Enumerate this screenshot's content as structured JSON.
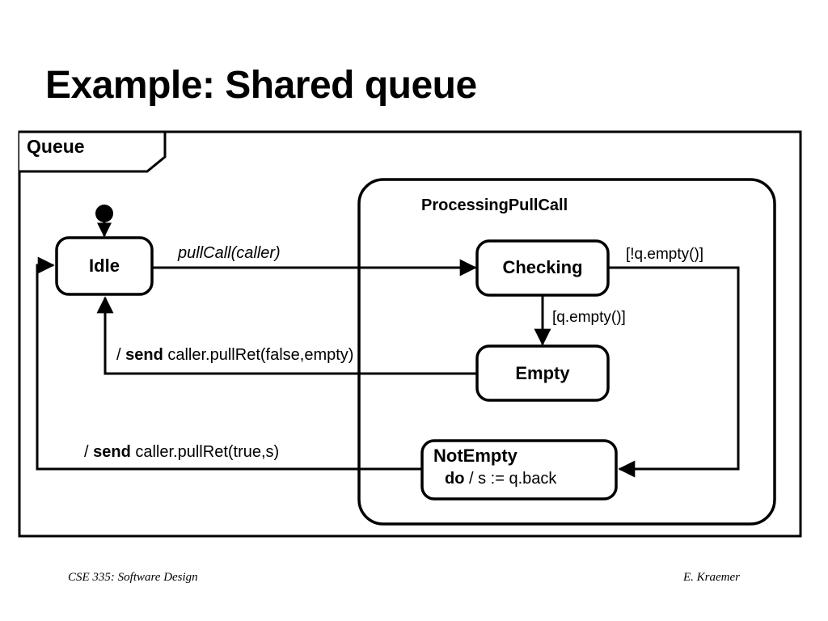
{
  "slide": {
    "title": "Example: Shared queue"
  },
  "footer": {
    "left": "CSE 335: Software Design",
    "right": "E. Kraemer"
  },
  "diagram": {
    "type": "uml-state-machine",
    "frame": {
      "name": "frame-queue",
      "label": "Queue"
    },
    "composite_state": {
      "name": "composite-processing-pullcall",
      "label": "ProcessingPullCall"
    },
    "states": [
      {
        "id": "idle",
        "label": "Idle",
        "sub": ""
      },
      {
        "id": "checking",
        "label": "Checking",
        "sub": ""
      },
      {
        "id": "empty",
        "label": "Empty",
        "sub": ""
      },
      {
        "id": "notempty",
        "label": "NotEmpty",
        "sub_bold": "do",
        "sub_rest": " / s := q.back"
      }
    ],
    "transitions": [
      {
        "id": "initial-to-idle",
        "label": "",
        "from": "initial-pseudostate",
        "to": "idle"
      },
      {
        "id": "idle-to-checking",
        "label": "pullCall(caller)",
        "style": "italic",
        "from": "idle",
        "to": "checking"
      },
      {
        "id": "checking-to-empty",
        "label": "[q.empty()]",
        "style": "guard",
        "from": "checking",
        "to": "empty"
      },
      {
        "id": "checking-to-notempty",
        "label": "[!q.empty()]",
        "style": "guard",
        "from": "checking",
        "to": "notempty"
      },
      {
        "id": "empty-to-idle",
        "label_prefix": "/ ",
        "label_bold": "send",
        "label_rest": " caller.pullRet(false,empty)",
        "from": "empty",
        "to": "idle"
      },
      {
        "id": "notempty-to-idle",
        "label_prefix": "/ ",
        "label_bold": "send",
        "label_rest": " caller.pullRet(true,s)",
        "from": "notempty",
        "to": "idle"
      }
    ],
    "colors": {
      "stroke": "#000000",
      "fill": "#ffffff",
      "text": "#000000"
    }
  }
}
